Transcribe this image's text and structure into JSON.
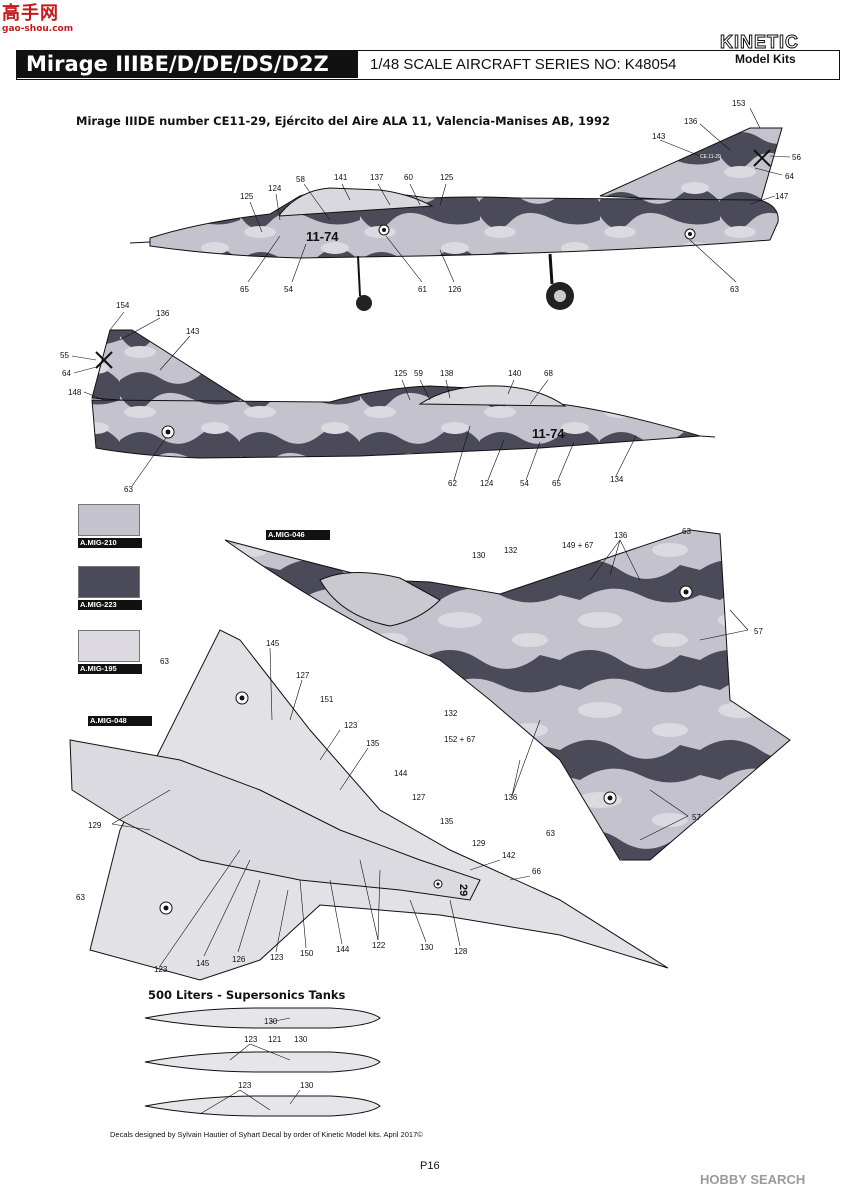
{
  "site_logo": {
    "text": "高手网",
    "domain": "gao-shou.com"
  },
  "header": {
    "model_name": "Mirage IIIBE/D/DE/DS/D2Z",
    "scale_series": "1/48 SCALE AIRCRAFT SERIES NO: K48054",
    "brand": "KINETIC",
    "brand_sub": "Model Kits"
  },
  "scheme_caption": "Mirage IIIDE number CE11-29, Ejército del Aire ALA 11, Valencia-Manises AB, 1992",
  "swatches": [
    {
      "code": "A.MIG-210",
      "color": "#c4c2cc"
    },
    {
      "code": "A.MIG-223",
      "color": "#4b4a58"
    },
    {
      "code": "A.MIG-195",
      "color": "#dcdae0"
    },
    {
      "code": "A.MIG-046",
      "color": "#111111"
    },
    {
      "code": "A.MIG-048",
      "color": "#111111"
    }
  ],
  "aircraft_code": "11-74",
  "underside_code": "29",
  "fin_serial": "CE.11-29",
  "views": {
    "side_left": {
      "callouts": [
        "153",
        "136",
        "143",
        "56",
        "64",
        "147",
        "125",
        "124",
        "58",
        "141",
        "137",
        "60",
        "125",
        "65",
        "54",
        "61",
        "126",
        "63"
      ]
    },
    "side_right": {
      "callouts": [
        "154",
        "136",
        "143",
        "55",
        "64",
        "148",
        "125",
        "59",
        "138",
        "140",
        "68",
        "63",
        "62",
        "124",
        "54",
        "65",
        "134"
      ]
    },
    "top": {
      "callouts": [
        "136",
        "63",
        "130",
        "132",
        "149 + 67",
        "57",
        "132",
        "152 + 67",
        "136",
        "63",
        "57"
      ]
    },
    "bottom": {
      "callouts": [
        "145",
        "63",
        "127",
        "151",
        "123",
        "135",
        "144",
        "129",
        "127",
        "135",
        "129",
        "142",
        "66",
        "63",
        "123",
        "145",
        "126",
        "123",
        "150",
        "144",
        "122",
        "130",
        "128"
      ]
    }
  },
  "tanks": {
    "title": "500 Liters - Supersonics Tanks",
    "tank1": [
      "130"
    ],
    "tank2": [
      "123",
      "121",
      "130"
    ],
    "tank3": [
      "123",
      "130"
    ]
  },
  "credit": "Decals designed by Sylvain Hautier of Syhart Decal by order of Kinetic Model kits.  April 2017©",
  "page_number": "P16",
  "watermark": "HOBBY SEARCH",
  "colors": {
    "camo_light": "#c4c2cc",
    "camo_dark": "#4b4a58",
    "camo_pale": "#dcdae0",
    "under": "#e6e5ea"
  }
}
